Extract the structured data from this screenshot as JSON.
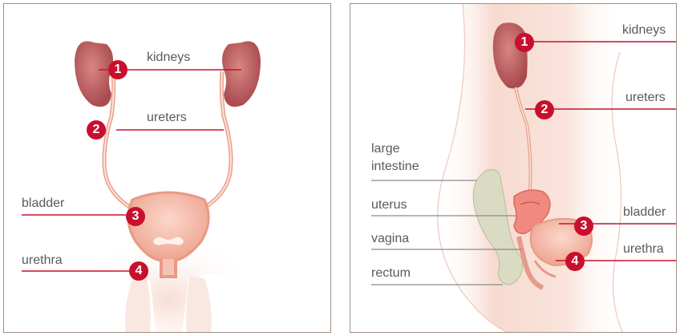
{
  "front_view": {
    "labels": {
      "kidneys": "kidneys",
      "ureters": "ureters",
      "bladder": "bladder",
      "urethra": "urethra"
    },
    "markers": [
      "1",
      "2",
      "3",
      "4"
    ]
  },
  "side_view": {
    "labels": {
      "kidneys": "kidneys",
      "ureters": "ureters",
      "bladder": "bladder",
      "urethra": "urethra",
      "large_intestine_1": "large",
      "large_intestine_2": "intestine",
      "uterus": "uterus",
      "vagina": "vagina",
      "rectum": "rectum"
    },
    "markers": [
      "1",
      "2",
      "3",
      "4"
    ]
  },
  "colors": {
    "marker": "#c8102e",
    "leader_line": "#c8102e",
    "leader_line_grey": "#8a8a8a",
    "kidney": "#b5585a",
    "skin": "#f6d9cf",
    "bladder": "#f3b7a6",
    "intestine": "#d6d8bf"
  }
}
